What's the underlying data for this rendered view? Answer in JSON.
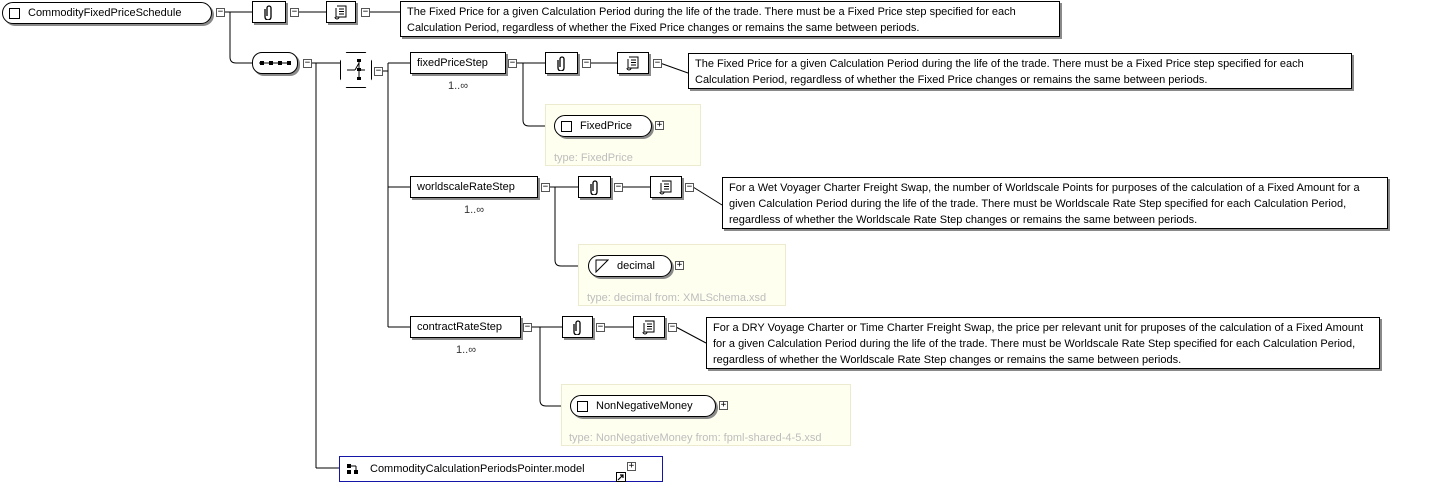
{
  "root": {
    "name": "CommodityFixedPriceSchedule",
    "doc": "The Fixed Price for a given Calculation Period during the life of the trade. There must be a Fixed Price step specified for each Calculation Period, regardless of whether the Fixed Price changes or remains the same between periods."
  },
  "compositors": {
    "sequence_icon": "sequence-icon",
    "choice_icon": "choice-icon"
  },
  "elements": [
    {
      "name": "fixedPriceStep",
      "multiplicity": "1..∞",
      "doc": "The Fixed Price for a given Calculation Period during the life of the trade. There must be a Fixed Price step specified for each Calculation Period, regardless of whether the Fixed Price changes or remains the same between periods.",
      "type_name": "FixedPrice",
      "type_label": "type: FixedPrice"
    },
    {
      "name": "worldscaleRateStep",
      "multiplicity": "1..∞",
      "doc": "For a Wet Voyager Charter Freight Swap, the number of Worldscale Points for purposes of the calculation of a Fixed Amount for a given Calculation Period during the life of the trade. There must be Worldscale Rate Step specified for each Calculation Period, regardless of whether the Worldscale Rate Step changes or remains the same between periods.",
      "type_name": "decimal",
      "type_label": "type: decimal from: XMLSchema.xsd"
    },
    {
      "name": "contractRateStep",
      "multiplicity": "1..∞",
      "doc": "For a DRY Voyage Charter or Time Charter Freight Swap, the price per relevant unit for pruposes of the calculation of a Fixed Amount for a given Calculation Period during the life of the trade. There must be Worldscale Rate Step specified for each Calculation Period, regardless of whether the Worldscale Rate Step changes or remains the same between periods.",
      "type_name": "NonNegativeMoney",
      "type_label": "type: NonNegativeMoney from: fpml-shared-4-5.xsd"
    }
  ],
  "group_ref": {
    "name": "CommodityCalculationPeriodsPointer.model"
  },
  "icons": {
    "annotation": "paperclip-icon",
    "documentation": "scroll-icon",
    "complex_type": "checkbox-icon",
    "simple_type": "simple-type-triangle-icon",
    "group": "group-icon",
    "reference": "reference-arrow-icon"
  },
  "colors": {
    "type_card_bg": "#fffff0",
    "type_text": "#bdbdbd",
    "group_border": "#1515a8"
  }
}
